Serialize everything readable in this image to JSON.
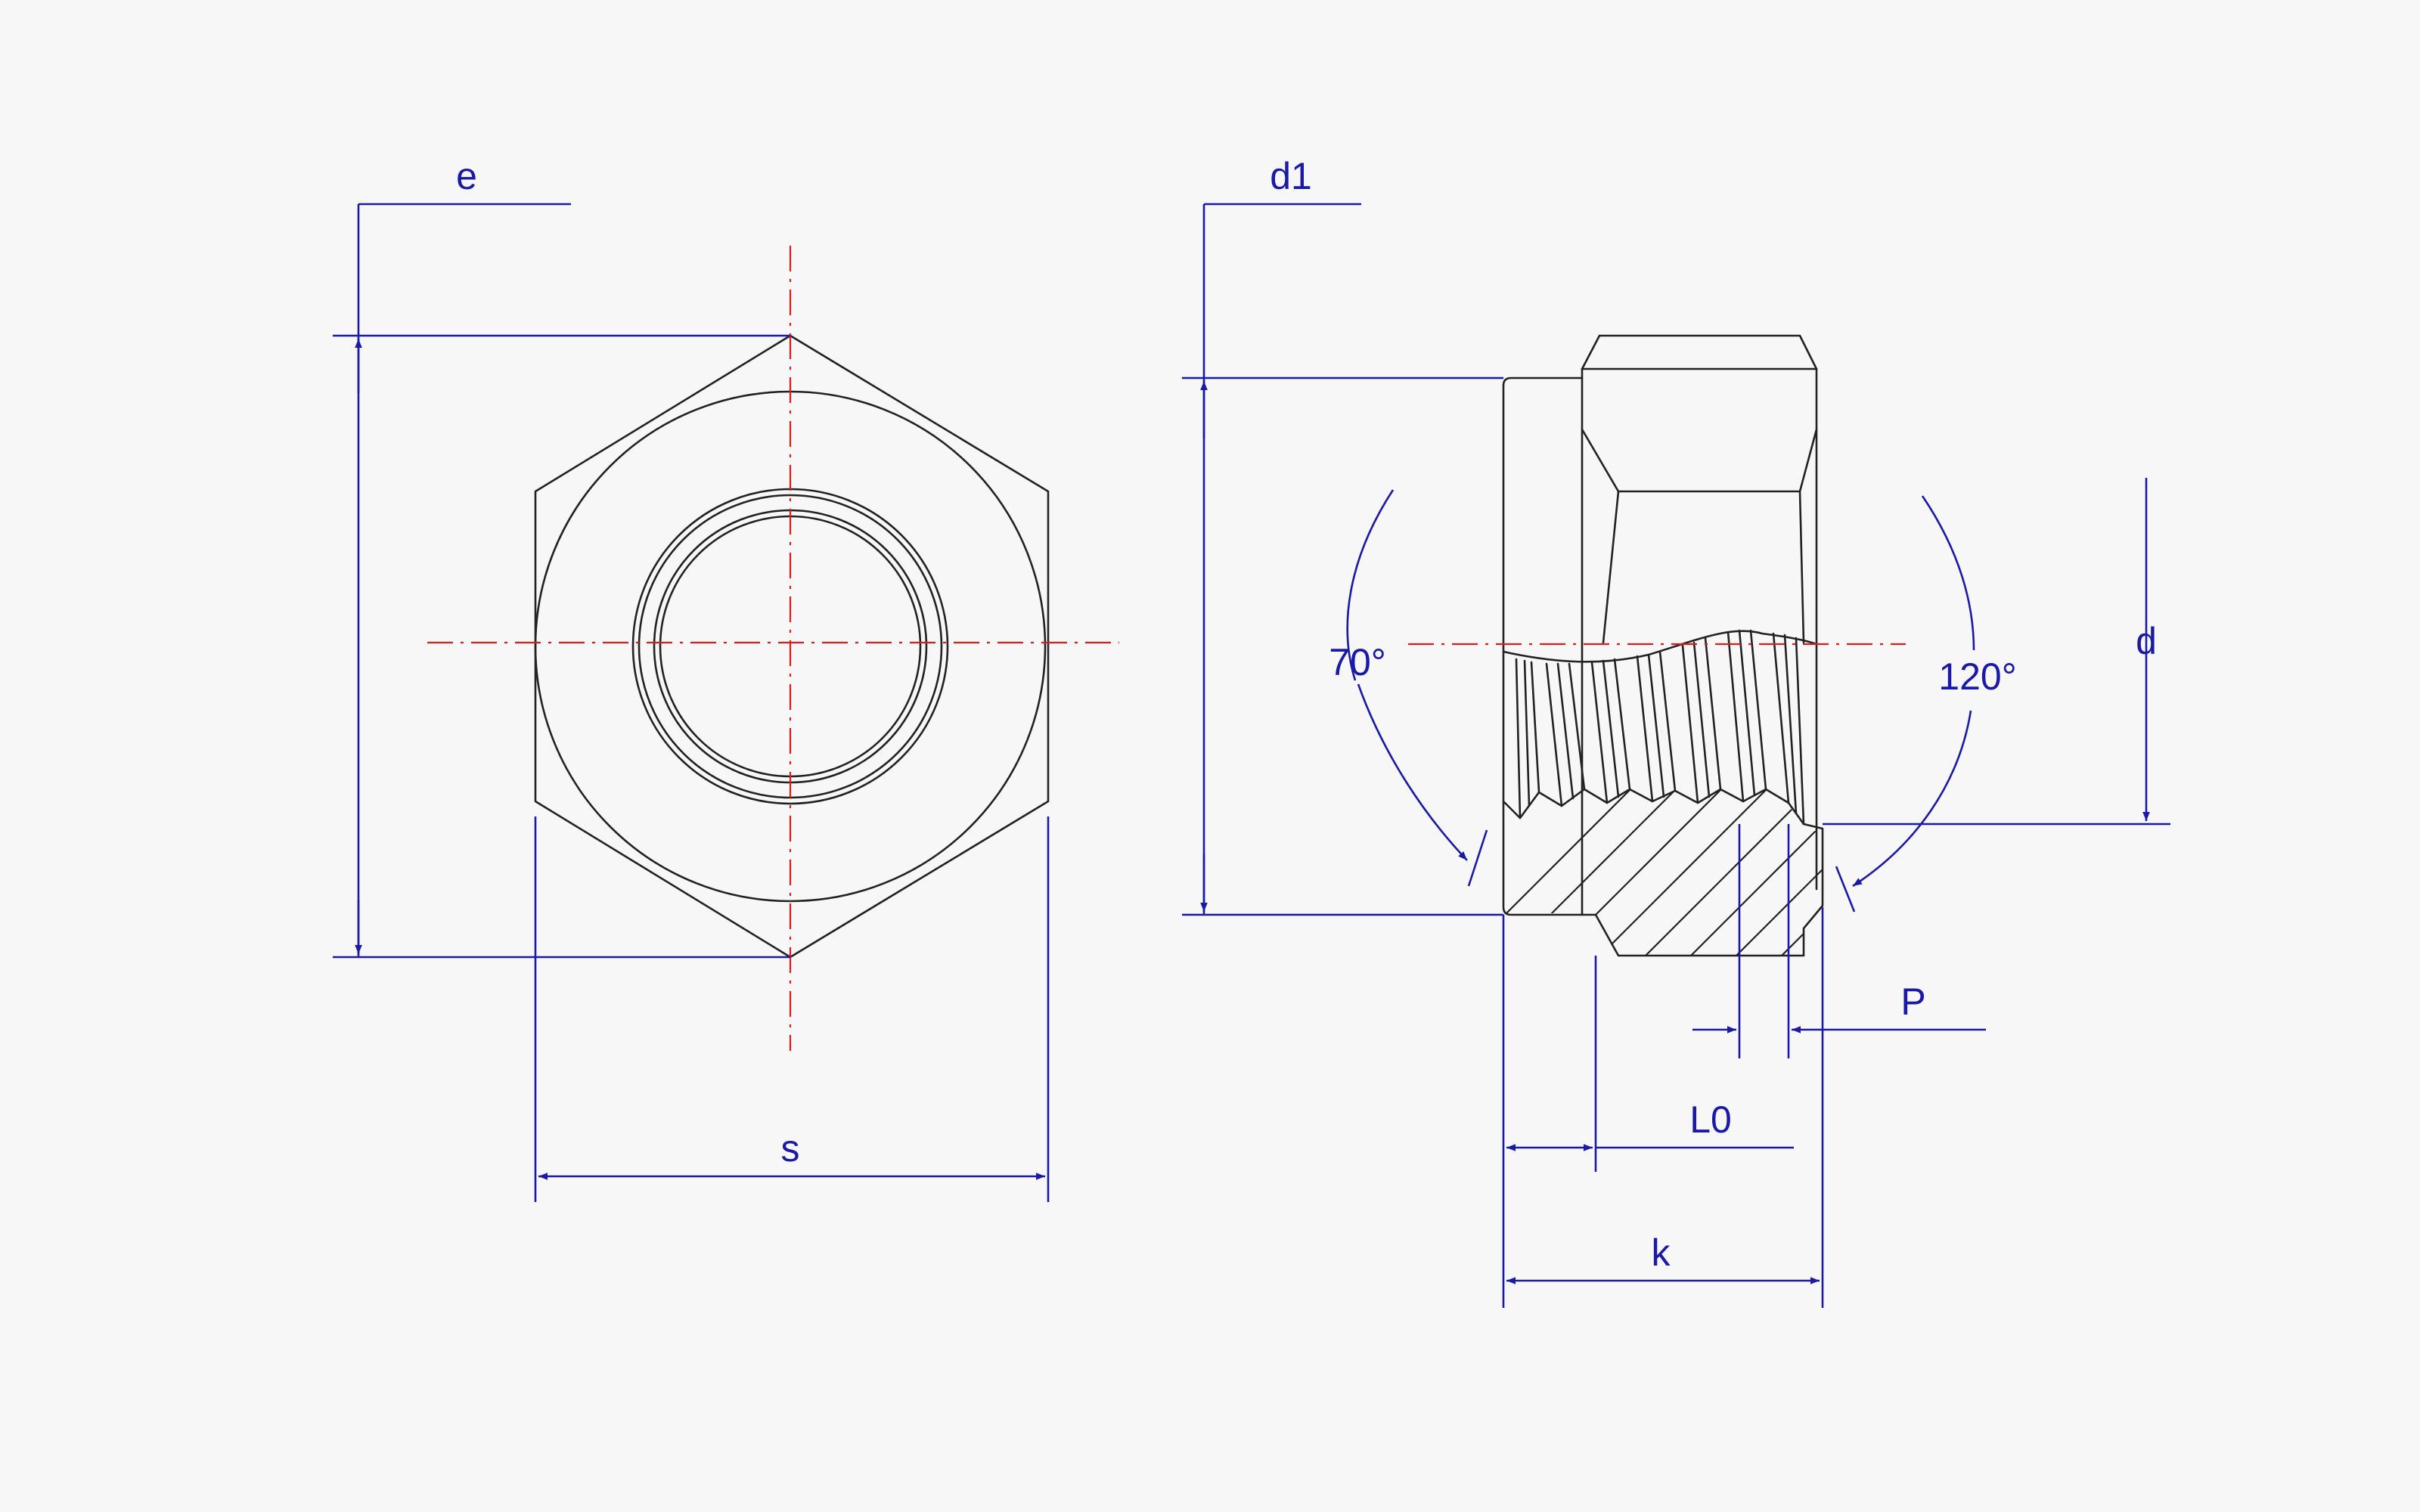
{
  "labels": {
    "e": "e",
    "s": "s",
    "d1": "d1",
    "d": "d",
    "angle_left": "70°",
    "angle_right": "120°",
    "P": "P",
    "L0": "L0",
    "k": "k"
  },
  "colors": {
    "background": "#f7f7f7",
    "outline": "#222222",
    "dimension": "#1a1aa6",
    "centerline": "#d62020"
  }
}
